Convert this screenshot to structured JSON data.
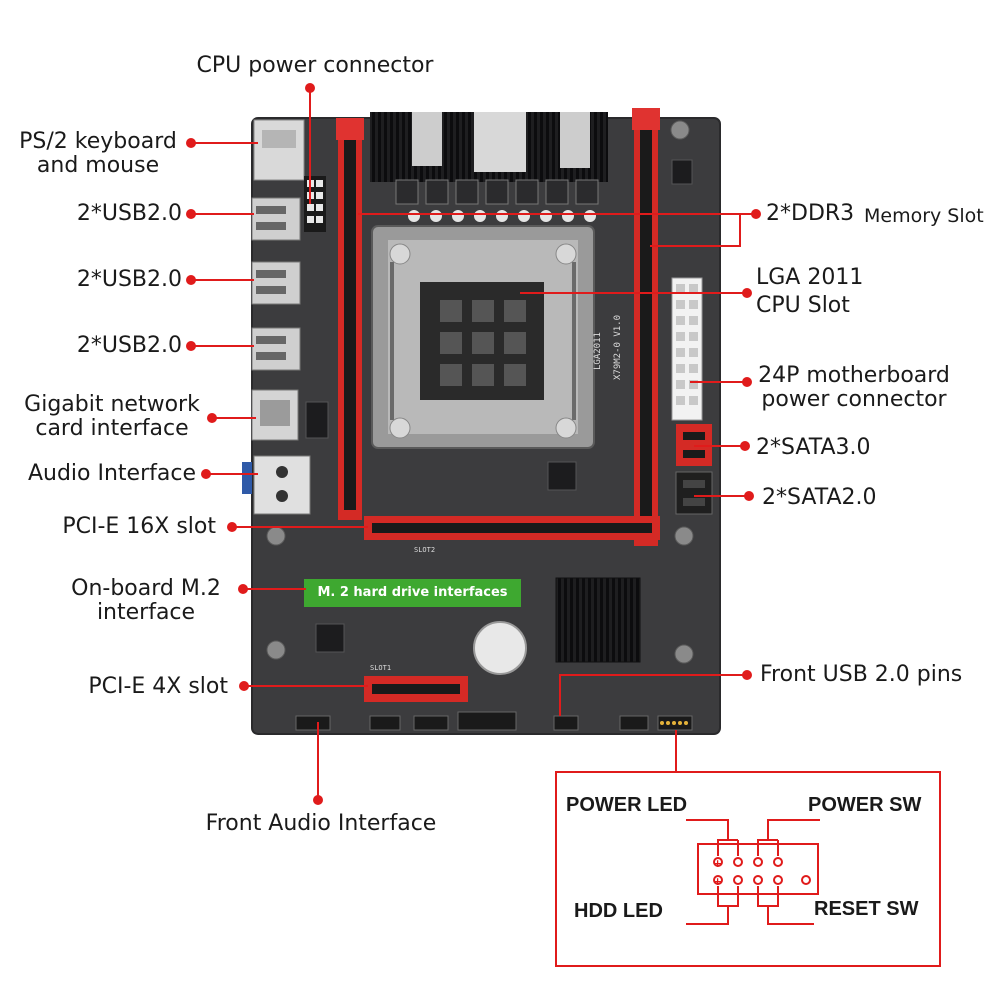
{
  "callouts": {
    "cpu_power": "CPU power connector",
    "ps2_line1": "PS/2 keyboard",
    "ps2_line2": "and mouse",
    "usb_a": "2*USB2.0",
    "usb_b": "2*USB2.0",
    "usb_c": "2*USB2.0",
    "gigabit_line1": "Gigabit network",
    "gigabit_line2": "card interface",
    "audio": "Audio Interface",
    "pcie16": "PCI-E 16X slot",
    "m2_line1": "On-board M.2",
    "m2_line2": "interface",
    "pcie4": "PCI-E 4X slot",
    "front_audio": "Front Audio Interface",
    "ddr3_a": "2*DDR3",
    "ddr3_b": "Memory Slot",
    "lga_line1": "LGA 2011",
    "lga_line2": "CPU Slot",
    "p24_line1": "24P motherboard",
    "p24_line2": "power connector",
    "sata3": "2*SATA3.0",
    "sata2": "2*SATA2.0",
    "front_usb": "Front USB 2.0 pins"
  },
  "m2_banner": "M. 2 hard drive interfaces",
  "front_panel": {
    "power_led": "POWER LED",
    "power_sw": "POWER SW",
    "hdd_led": "HDD  LED",
    "reset_sw": "RESET SW"
  },
  "board_silkscreen": {
    "socket_text": "LGA2011",
    "model_text": "X79M2-0  V1.0",
    "slot2": "SLOT2",
    "slot1": "SLOT1"
  },
  "colors": {
    "accent": "#e01b1b",
    "pcb": "#3c3c3e",
    "slot_red": "#d42a25",
    "m2_green": "#3ea830"
  }
}
